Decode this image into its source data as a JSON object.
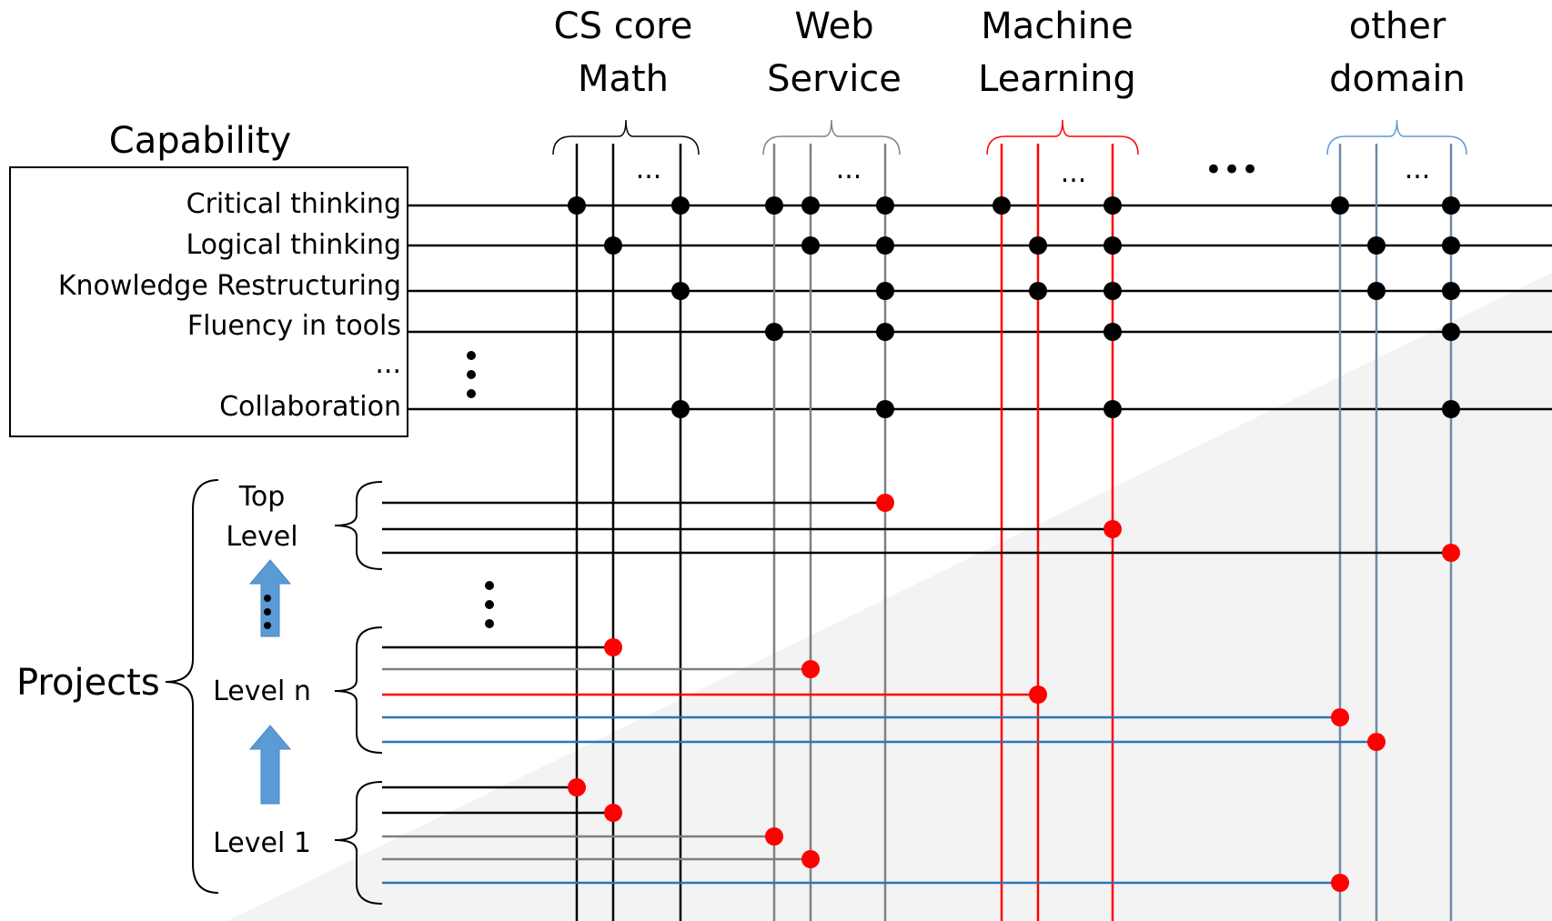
{
  "domains": [
    {
      "name": "cs-math",
      "title_lines": [
        "CS core",
        "Math"
      ],
      "color": "#000000",
      "column_count": 3
    },
    {
      "name": "web-service",
      "title_lines": [
        "Web",
        "Service"
      ],
      "color": "#808080",
      "column_count": 3
    },
    {
      "name": "machine-learning",
      "title_lines": [
        "Machine",
        "Learning"
      ],
      "color": "#ff0000",
      "column_count": 3
    },
    {
      "name": "other-domain",
      "title_lines": [
        "other",
        "domain"
      ],
      "color": "#6e8aa6",
      "column_count": 3
    }
  ],
  "brace_colors": [
    "#000000",
    "#808080",
    "#ff0000",
    "#5b9bd5"
  ],
  "column_ellipsis": "...",
  "between_domains_ellipsis": "•••",
  "capability": {
    "title": "Capability",
    "items": [
      "Critical thinking",
      "Logical thinking",
      "Knowledge Restructuring",
      "Fluency in tools",
      "...",
      "Collaboration"
    ],
    "dot_color": "#000000"
  },
  "capability_links": [
    {
      "row": 0,
      "domain": 0,
      "columns": [
        0,
        2
      ]
    },
    {
      "row": 0,
      "domain": 1,
      "columns": [
        0,
        1,
        2
      ]
    },
    {
      "row": 0,
      "domain": 2,
      "columns": [
        0,
        2
      ]
    },
    {
      "row": 0,
      "domain": 3,
      "columns": [
        0,
        2
      ]
    },
    {
      "row": 1,
      "domain": 0,
      "columns": [
        1
      ]
    },
    {
      "row": 1,
      "domain": 1,
      "columns": [
        1,
        2
      ]
    },
    {
      "row": 1,
      "domain": 2,
      "columns": [
        1,
        2
      ]
    },
    {
      "row": 1,
      "domain": 3,
      "columns": [
        1,
        2
      ]
    },
    {
      "row": 2,
      "domain": 0,
      "columns": [
        2
      ]
    },
    {
      "row": 2,
      "domain": 1,
      "columns": [
        2
      ]
    },
    {
      "row": 2,
      "domain": 2,
      "columns": [
        1,
        2
      ]
    },
    {
      "row": 2,
      "domain": 3,
      "columns": [
        1,
        2
      ]
    },
    {
      "row": 3,
      "domain": 1,
      "columns": [
        0,
        2
      ]
    },
    {
      "row": 3,
      "domain": 2,
      "columns": [
        2
      ]
    },
    {
      "row": 3,
      "domain": 3,
      "columns": [
        2
      ]
    },
    {
      "row": 5,
      "domain": 0,
      "columns": [
        2
      ]
    },
    {
      "row": 5,
      "domain": 1,
      "columns": [
        2
      ]
    },
    {
      "row": 5,
      "domain": 2,
      "columns": [
        2
      ]
    },
    {
      "row": 5,
      "domain": 3,
      "columns": [
        2
      ]
    }
  ],
  "projects": {
    "label": "Projects",
    "project_dot_color": "#ff0000",
    "levels": [
      {
        "name": "top",
        "label_lines": [
          "Top",
          "Level"
        ],
        "lines": [
          {
            "domain": 1,
            "column": 2,
            "color": "#000000"
          },
          {
            "domain": 2,
            "column": 2,
            "color": "#000000"
          },
          {
            "domain": 3,
            "column": 2,
            "color": "#000000"
          }
        ]
      },
      {
        "name": "n",
        "label_lines": [
          "Level n"
        ],
        "lines": [
          {
            "domain": 0,
            "column": 1,
            "color": "#000000"
          },
          {
            "domain": 1,
            "column": 1,
            "color": "#7f7f7f"
          },
          {
            "domain": 2,
            "column": 1,
            "color": "#ff0000"
          },
          {
            "domain": 3,
            "column": 0,
            "color": "#2e75b6"
          },
          {
            "domain": 3,
            "column": 1,
            "color": "#2e75b6"
          }
        ]
      },
      {
        "name": "1",
        "label_lines": [
          "Level 1"
        ],
        "lines": [
          {
            "domain": 0,
            "column": 0,
            "color": "#000000"
          },
          {
            "domain": 0,
            "column": 1,
            "color": "#000000"
          },
          {
            "domain": 1,
            "column": 0,
            "color": "#7f7f7f"
          },
          {
            "domain": 1,
            "column": 1,
            "color": "#7f7f7f"
          },
          {
            "domain": 3,
            "column": 0,
            "color": "#2e75b6"
          }
        ]
      }
    ],
    "arrow_color": "#5b9bd5"
  }
}
